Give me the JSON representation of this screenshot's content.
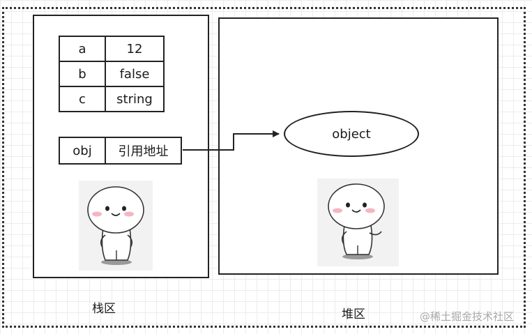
{
  "stack": {
    "label": "栈区",
    "primitives": [
      {
        "name": "a",
        "value": "12"
      },
      {
        "name": "b",
        "value": "false"
      },
      {
        "name": "c",
        "value": "string"
      }
    ],
    "reference": {
      "name": "obj",
      "value": "引用地址"
    }
  },
  "heap": {
    "label": "堆区",
    "object_label": "object"
  },
  "watermark": "@稀土掘金技术社区",
  "icons": [
    "cute-character-sticker-icon",
    "cute-character-waving-sticker-icon"
  ],
  "colors": {
    "line": "#222222",
    "grid": "#ececec",
    "watermark": "#a9a9a9"
  }
}
